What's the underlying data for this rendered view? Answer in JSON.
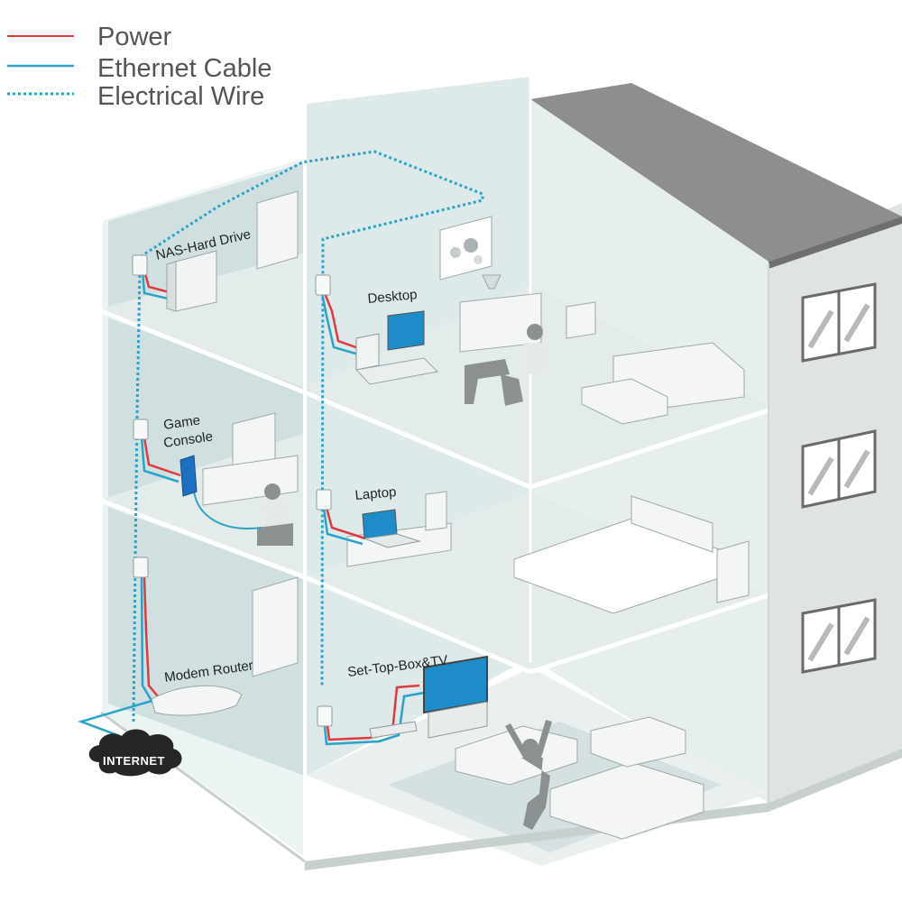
{
  "legend": {
    "items": [
      {
        "label": "Power",
        "color": "#e0393e",
        "style": "solid"
      },
      {
        "label": "Ethernet Cable",
        "color": "#2aa3c8",
        "style": "solid"
      },
      {
        "label": "Electrical Wire",
        "color": "#2aa3c8",
        "style": "dotted"
      }
    ]
  },
  "rooms": {
    "nas": "NAS-Hard Drive",
    "desktop": "Desktop",
    "game_1": "Game",
    "game_2": "Console",
    "laptop": "Laptop",
    "modem": "Modem Router",
    "stb": "Set-Top-Box&TV"
  },
  "internet": "INTERNET",
  "colors": {
    "power": "#e0393e",
    "ethernet": "#2aa3c8",
    "roof": "#8c8c8c",
    "wall": "#dfe6e6",
    "glass": "#d3e4e4"
  },
  "icons": [
    "powerline-adapter-icon",
    "nas-drive-icon",
    "desktop-computer-icon",
    "game-console-icon",
    "laptop-icon",
    "modem-router-icon",
    "tv-icon",
    "cloud-icon"
  ]
}
